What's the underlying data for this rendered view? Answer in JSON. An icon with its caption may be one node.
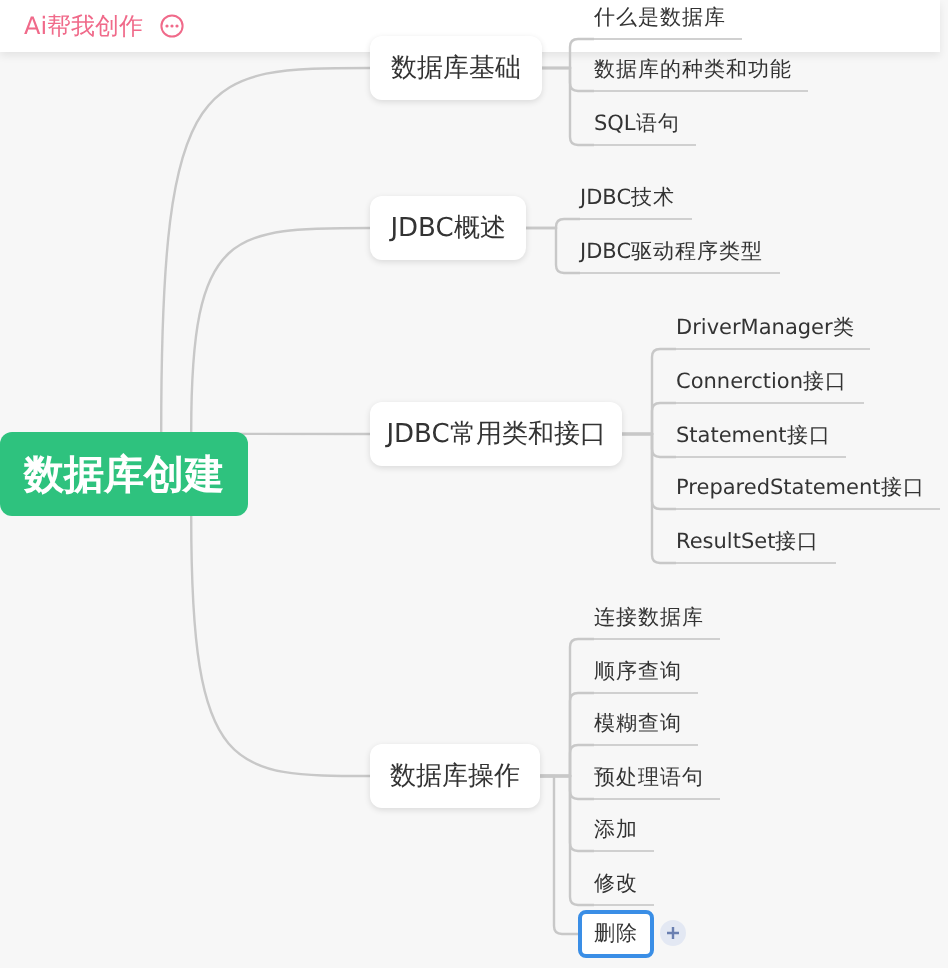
{
  "diagram": {
    "nodes": [
      {
        "text": [
          "数据库创建"
        ]
      },
      {
        "text": [
          "数据库基础"
        ]
      },
      {
        "text": [
          "什么是数据库"
        ]
      },
      {
        "text": [
          "数据库的种类和功能"
        ]
      },
      {
        "text": [
          "SQL语句"
        ]
      },
      {
        "text": [
          "JDBC概述"
        ]
      },
      {
        "text": [
          "JDBC技术"
        ]
      },
      {
        "text": [
          "JDBC驱动程序类型"
        ]
      },
      {
        "text": [
          "JDBC常用类和接口"
        ]
      },
      {
        "text": [
          "DriverManager类"
        ]
      },
      {
        "text": [
          "Connerction接口"
        ]
      },
      {
        "text": [
          "Statement接口"
        ]
      },
      {
        "text": [
          "PreparedStatement接口"
        ]
      },
      {
        "text": [
          "ResultSet接口"
        ]
      },
      {
        "text": [
          "数据库操作"
        ]
      },
      {
        "text": [
          "连接数据库"
        ]
      },
      {
        "text": [
          "顺序查询"
        ]
      },
      {
        "text": [
          "模糊查询"
        ]
      },
      {
        "text": [
          "预处理语句"
        ]
      },
      {
        "text": [
          "添加"
        ]
      },
      {
        "text": [
          "修改"
        ]
      },
      {
        "text": [
          "删除"
        ]
      }
    ],
    "edges": [
      {
        "from": 0,
        "to": 1,
        "arrow": "none"
      },
      {
        "from": 0,
        "to": 5,
        "arrow": "none"
      },
      {
        "from": 0,
        "to": 8,
        "arrow": "none"
      },
      {
        "from": 0,
        "to": 14,
        "arrow": "none"
      },
      {
        "from": 1,
        "to": 2,
        "arrow": "none"
      },
      {
        "from": 1,
        "to": 3,
        "arrow": "none"
      },
      {
        "from": 1,
        "to": 4,
        "arrow": "none"
      },
      {
        "from": 5,
        "to": 6,
        "arrow": "none"
      },
      {
        "from": 5,
        "to": 7,
        "arrow": "none"
      },
      {
        "from": 8,
        "to": 9,
        "arrow": "none"
      },
      {
        "from": 8,
        "to": 10,
        "arrow": "none"
      },
      {
        "from": 8,
        "to": 11,
        "arrow": "none"
      },
      {
        "from": 8,
        "to": 12,
        "arrow": "none"
      },
      {
        "from": 8,
        "to": 13,
        "arrow": "none"
      },
      {
        "from": 14,
        "to": 15,
        "arrow": "none"
      },
      {
        "from": 14,
        "to": 16,
        "arrow": "none"
      },
      {
        "from": 14,
        "to": 17,
        "arrow": "none"
      },
      {
        "from": 14,
        "to": 18,
        "arrow": "none"
      },
      {
        "from": 14,
        "to": 19,
        "arrow": "none"
      },
      {
        "from": 14,
        "to": 20,
        "arrow": "none"
      },
      {
        "from": 14,
        "to": 21,
        "arrow": "none"
      }
    ],
    "labels": [
      "Ai帮我创作"
    ]
  }
}
